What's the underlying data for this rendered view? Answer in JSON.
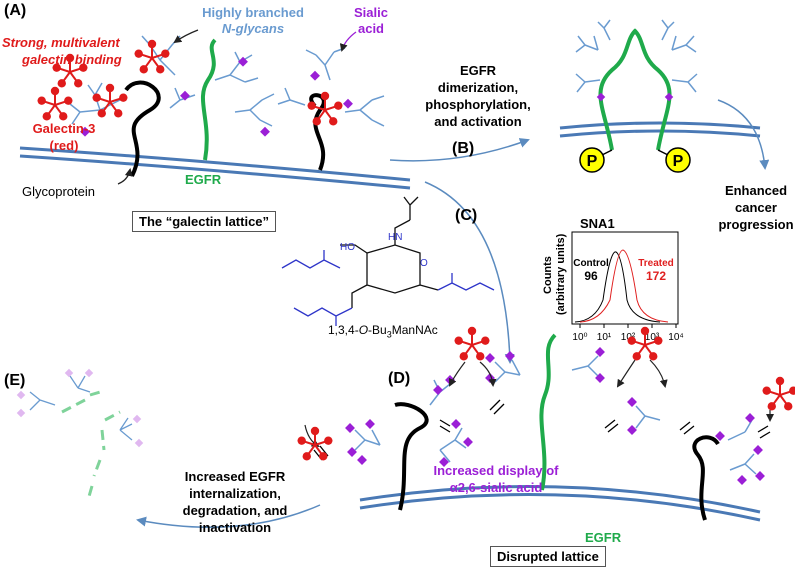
{
  "panels": {
    "a": "(A)",
    "b": "(B)",
    "c": "(C)",
    "d": "(D)",
    "e": "(E)"
  },
  "panel_a": {
    "multivalent": [
      "Strong, multivalent",
      "galectin binding"
    ],
    "glycans": [
      "Highly branched",
      "N-glycans"
    ],
    "sialic": [
      "Sialic",
      "acid"
    ],
    "galectin": [
      "Galectin-3",
      "(red)"
    ],
    "glycoprotein": "Glycoprotein",
    "egfr": "EGFR",
    "lattice_box": "The “galectin lattice”"
  },
  "panel_b": {
    "activation": [
      "EGFR",
      "dimerization,",
      "phosphorylation,",
      "and activation"
    ],
    "phospho": "P",
    "outcome": [
      "Enhanced",
      "cancer",
      "progression"
    ]
  },
  "panel_c": {
    "compound": "1,3,4-O-Bu3ManNAc",
    "compound_parts": {
      "pre": "1,3,4-",
      "italic": "O",
      "mid": "-Bu",
      "sub": "3",
      "post": "ManNAc"
    },
    "atoms": {
      "hn": "HN",
      "ho": "HO",
      "o": "O"
    },
    "histogram": {
      "title": "SNA1",
      "ylabel": [
        "Counts",
        "(arbitrary units)"
      ],
      "control_label": "Control",
      "control_value": "96",
      "treated_label": "Treated",
      "treated_value": "172",
      "xticks": [
        "10⁰",
        "10¹",
        "10²",
        "10³",
        "10⁴"
      ]
    }
  },
  "panel_d": {
    "display": [
      "Increased display of",
      "α2,6-sialic acid"
    ],
    "egfr": "EGFR",
    "box": "Disrupted lattice"
  },
  "panel_e": {
    "internalization": [
      "Increased  EGFR",
      "internalization,",
      "degradation, and",
      "inactivation"
    ]
  },
  "colors": {
    "membrane": "#4a79b5",
    "glycan": "#6a9bd0",
    "galectin": "#e01b1b",
    "sialic": "#9b1fd6",
    "egfr": "#1faa4b",
    "phospho": "#ffff00",
    "treated": "#e02020",
    "arrow": "#5b8bbf",
    "faded_egfr": "#7fd39a",
    "faded_sialic": "#e0b8f0"
  }
}
